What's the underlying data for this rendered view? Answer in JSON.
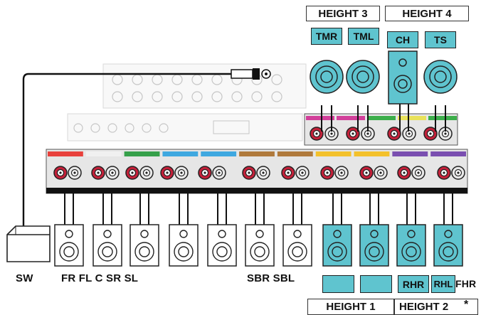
{
  "labels": {
    "height3": "HEIGHT 3",
    "height4": "HEIGHT 4",
    "height1": "HEIGHT 1",
    "height2": "HEIGHT 2",
    "tmr": "TMR",
    "tml": "TML",
    "ch": "CH",
    "ts": "TS",
    "rhr": "RHR",
    "rhl": "RHL",
    "fhr": "FHR",
    "sw": "SW",
    "front_group": "FR FL C SR SL",
    "back_group": "SBR SBL",
    "asterisk": "*"
  },
  "colors": {
    "accent": "#5fc4cf",
    "terminal_red": "#c4213a",
    "receiver_panel": "#e6e6e6",
    "wire": "#111111"
  },
  "terminal_strip_colors": [
    "#e8413c",
    "#f0f0f0",
    "#36a04a",
    "#3fa8e0",
    "#3fa8e0",
    "#b07a3c",
    "#b07a3c",
    "#f3c12c",
    "#f3c12c",
    "#7a4fb0",
    "#7a4fb0"
  ],
  "upper_strip_colors": [
    "#d23f9a",
    "#d23f9a",
    "#3cae4a",
    "#e9e25a",
    "#3cae4a"
  ]
}
